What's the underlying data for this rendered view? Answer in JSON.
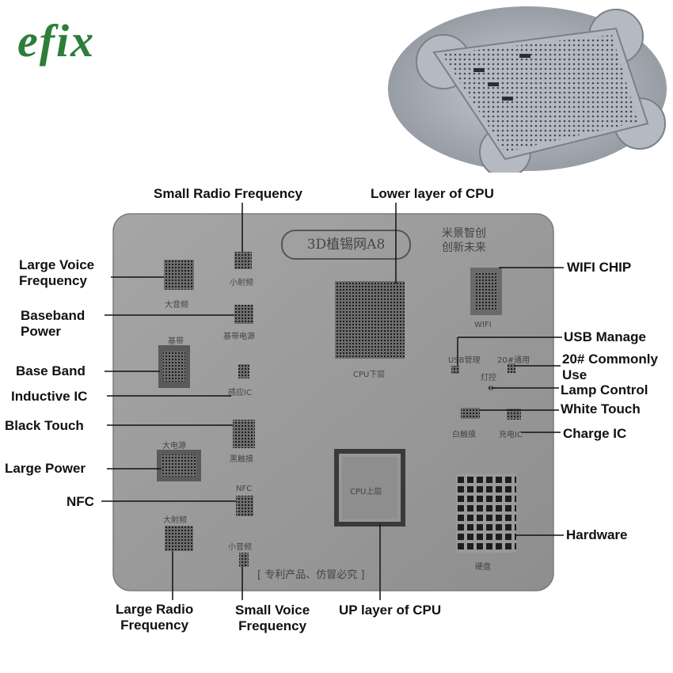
{
  "brand": {
    "logo_text": "efix"
  },
  "plate": {
    "title": "3D植锡网A8",
    "maker_line1": "米景智创",
    "maker_line2": "创新未来",
    "patent_note": "[ 专利产品、仿冒必究 ]"
  },
  "plate_labels": {
    "large_voice": "大音频",
    "small_radio": "小射频",
    "baseband_power": "基带电源",
    "baseband": "基带",
    "inductive_ic": "感应IC",
    "black_touch": "黑触摸",
    "large_power": "大电源",
    "nfc": "NFC",
    "large_radio": "大射频",
    "small_voice": "小音频",
    "cpu_lower": "CPU下层",
    "cpu_upper": "CPU上层",
    "wifi": "WIFI",
    "usb_manage": "USB管理",
    "commonly_use": "20#通用",
    "lamp_control": "灯控",
    "white_touch": "白触摸",
    "charge_ic": "充电IC",
    "hardware": "硬盘"
  },
  "callouts": {
    "small_radio": "Small Radio Frequency",
    "lower_cpu": "Lower layer of CPU",
    "large_voice_1": "Large Voice",
    "large_voice_2": "Frequency",
    "baseband_power_1": "Baseband",
    "baseband_power_2": "Power",
    "base_band": "Base Band",
    "inductive_ic": "Inductive IC",
    "black_touch": "Black Touch",
    "large_power": "Large Power",
    "nfc": "NFC",
    "large_radio_1": "Large Radio",
    "large_radio_2": "Frequency",
    "small_voice_1": "Small Voice",
    "small_voice_2": "Frequency",
    "up_cpu": "UP layer of CPU",
    "wifi_chip": "WIFI CHIP",
    "usb_manage": "USB Manage",
    "commonly_use_1": "20# Commonly",
    "commonly_use_2": "Use",
    "lamp_control": "Lamp Control",
    "white_touch": "White Touch",
    "charge_ic": "Charge IC",
    "hardware": "Hardware"
  },
  "colors": {
    "logo": "#2e7d3a",
    "plate": "#9a9a9a",
    "text": "#111111"
  }
}
